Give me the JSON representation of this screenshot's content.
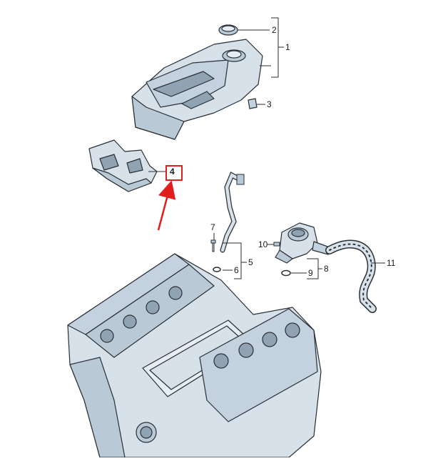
{
  "diagram": {
    "callouts": [
      {
        "id": "c1",
        "label": "1"
      },
      {
        "id": "c2",
        "label": "2"
      },
      {
        "id": "c3",
        "label": "3"
      },
      {
        "id": "c4",
        "label": "4"
      },
      {
        "id": "c5",
        "label": "5"
      },
      {
        "id": "c6",
        "label": "6"
      },
      {
        "id": "c7",
        "label": "7"
      },
      {
        "id": "c8",
        "label": "8"
      },
      {
        "id": "c9",
        "label": "9"
      },
      {
        "id": "c10",
        "label": "10"
      },
      {
        "id": "c11",
        "label": "11"
      }
    ],
    "highlighted_callout": "4",
    "colors": {
      "part_fill": "#d6e1ea",
      "part_shade": "#b9c9d6",
      "part_dark": "#8fa3b3",
      "outline": "#2a2f36",
      "highlight": "#e11d1d"
    }
  }
}
